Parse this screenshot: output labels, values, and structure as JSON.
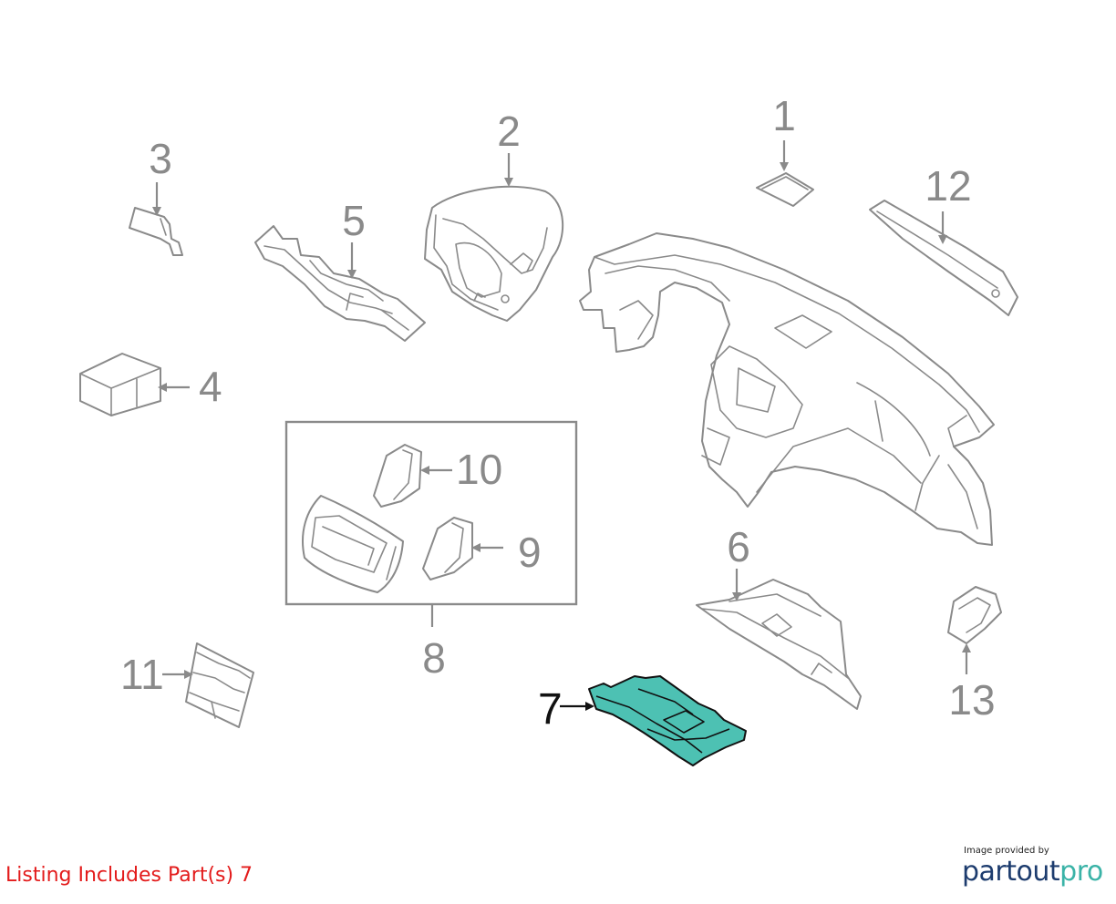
{
  "callouts": {
    "p1": "1",
    "p2": "2",
    "p3": "3",
    "p4": "4",
    "p5": "5",
    "p6": "6",
    "p7": "7",
    "p8": "8",
    "p9": "9",
    "p10": "10",
    "p11": "11",
    "p12": "12",
    "p13": "13"
  },
  "highlighted_part": "7",
  "colors": {
    "highlight": "#4dc1b3",
    "line": "#8a8a8a",
    "listing_text": "#e31b1b",
    "logo_dark": "#1d3c6e",
    "logo_teal": "#3ab3a7"
  },
  "listing": {
    "text": "Listing Includes Part(s) 7"
  },
  "credit": {
    "small": "Image provided by",
    "logo_part1": "partout",
    "logo_part2": "pro"
  }
}
